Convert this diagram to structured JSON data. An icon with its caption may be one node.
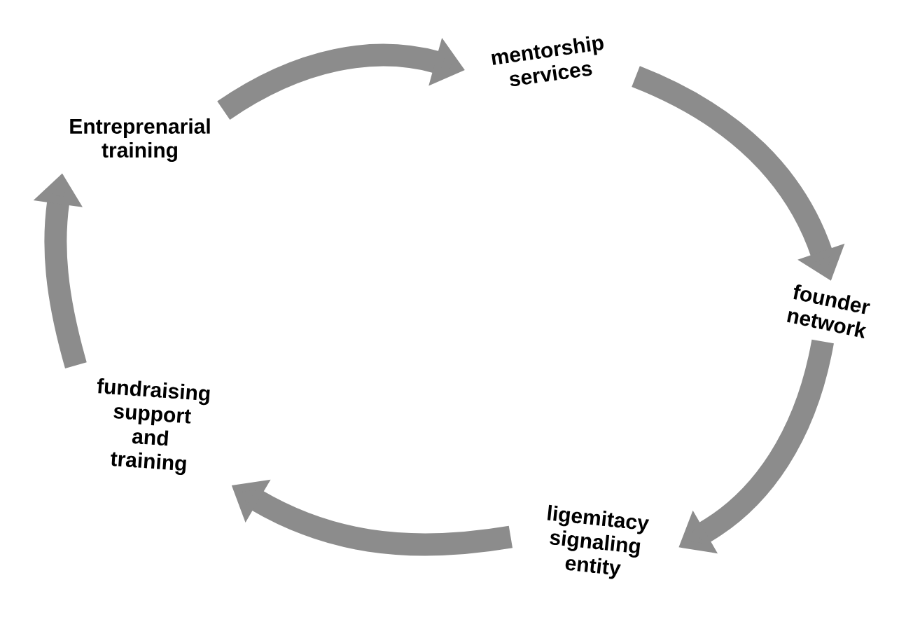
{
  "diagram": {
    "nodes": [
      {
        "text": [
          "Entreprenarial training"
        ]
      },
      {
        "text": [
          "mentorship services"
        ]
      },
      {
        "text": [
          "founder network"
        ]
      },
      {
        "text": [
          "ligemitacy signaling entity"
        ]
      },
      {
        "text": [
          "fundraising support and training"
        ]
      }
    ],
    "edges": [
      {
        "from": 0,
        "to": 1,
        "arrow": "to"
      },
      {
        "from": 1,
        "to": 2,
        "arrow": "to"
      },
      {
        "from": 2,
        "to": 3,
        "arrow": "to"
      },
      {
        "from": 3,
        "to": 4,
        "arrow": "to"
      },
      {
        "from": 4,
        "to": 0,
        "arrow": "to"
      }
    ]
  }
}
